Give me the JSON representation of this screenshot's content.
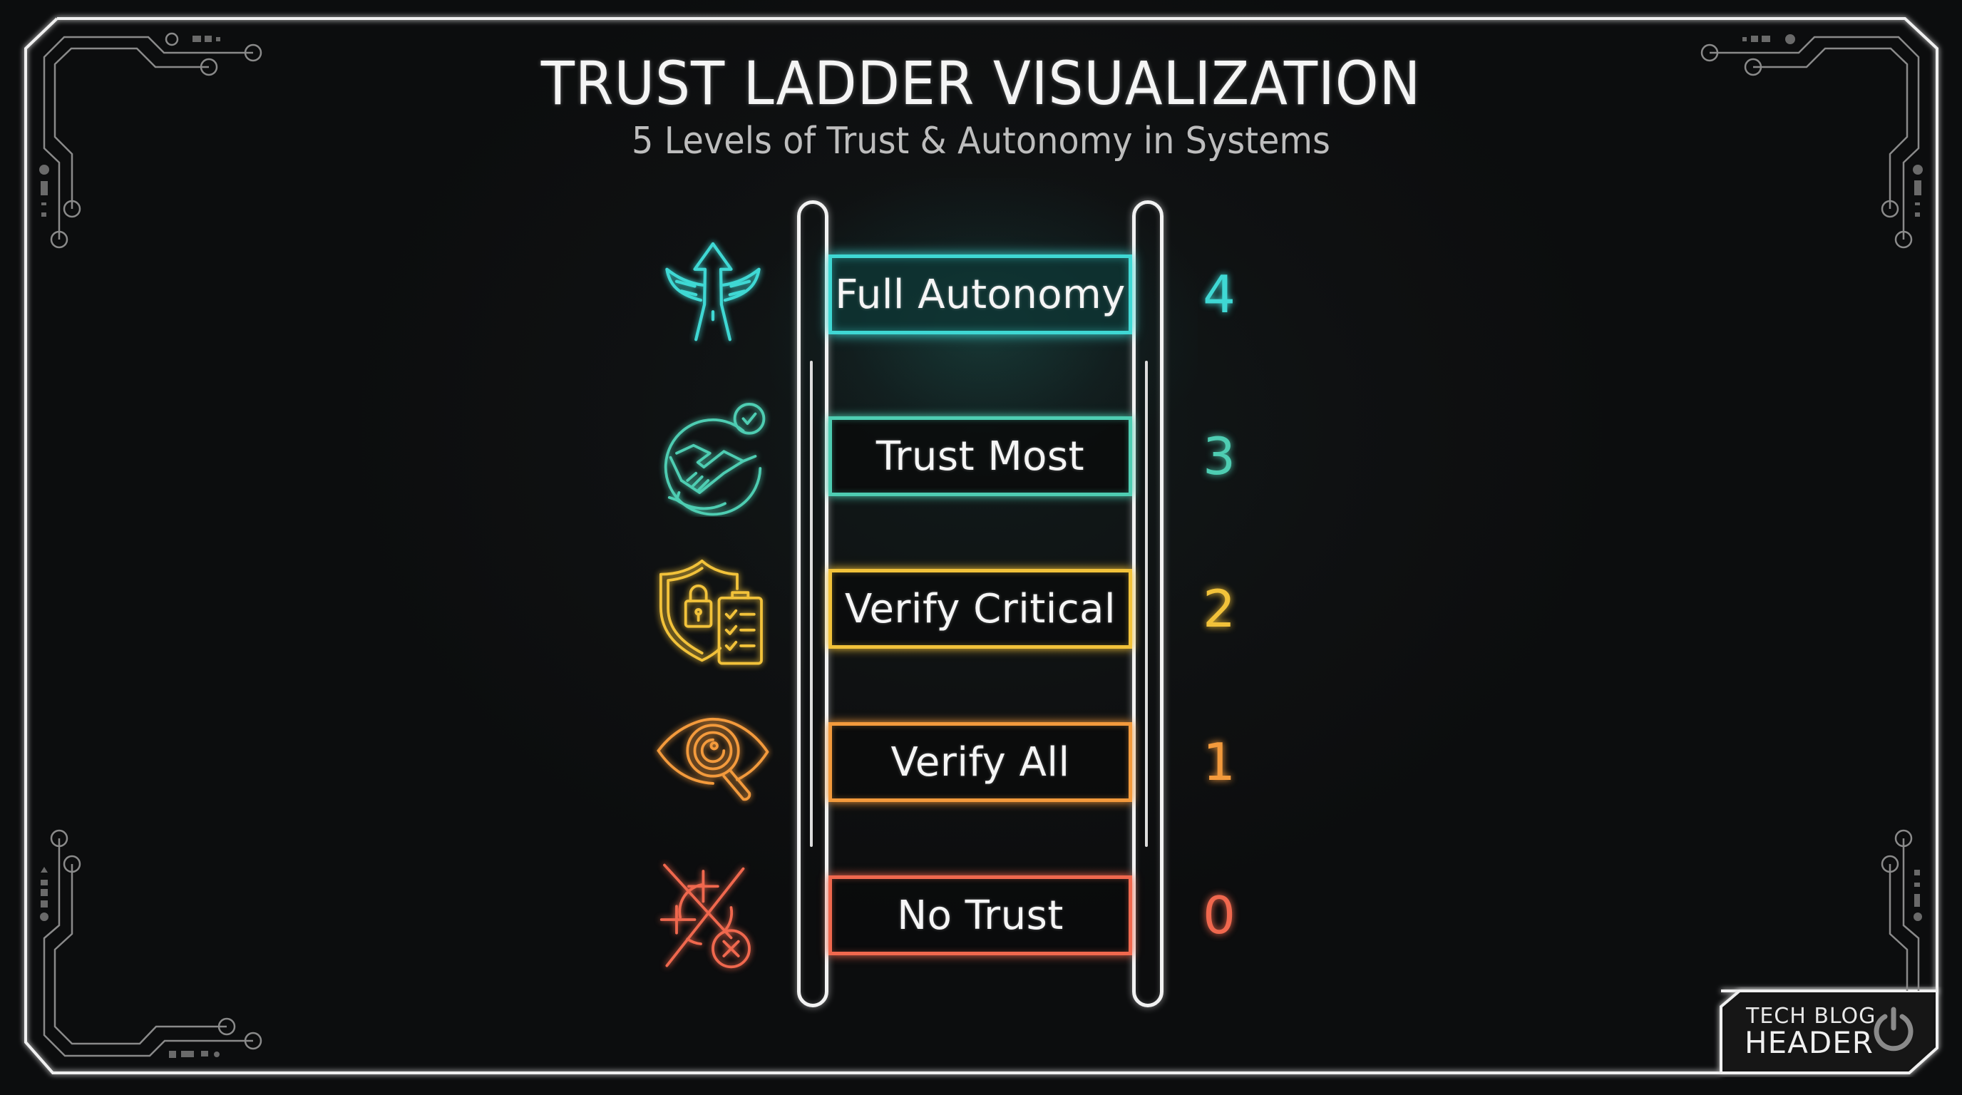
{
  "header": {
    "title": "TRUST LADDER VISUALIZATION",
    "subtitle": "5 Levels of Trust & Autonomy in Systems"
  },
  "ladder": {
    "levels": [
      {
        "level": "4",
        "label": "Full Autonomy",
        "icon": "winged-arrow-icon",
        "color": "#3fd8d4"
      },
      {
        "level": "3",
        "label": "Trust Most",
        "icon": "handshake-check-icon",
        "color": "#4ecdb2"
      },
      {
        "level": "2",
        "label": "Verify Critical",
        "icon": "shield-lock-checklist-icon",
        "color": "#f2c23a"
      },
      {
        "level": "1",
        "label": "Verify All",
        "icon": "eye-magnifier-icon",
        "color": "#f39a3c"
      },
      {
        "level": "0",
        "label": "No Trust",
        "icon": "crossed-target-icon",
        "color": "#f0684e"
      }
    ]
  },
  "badge": {
    "line1": "TECH BLOG",
    "line2": "HEADER",
    "icon": "power-icon"
  },
  "colors": {
    "background": "#0e0f10",
    "frame": "#f0f0f0",
    "circuit": "#8a8a8a"
  }
}
